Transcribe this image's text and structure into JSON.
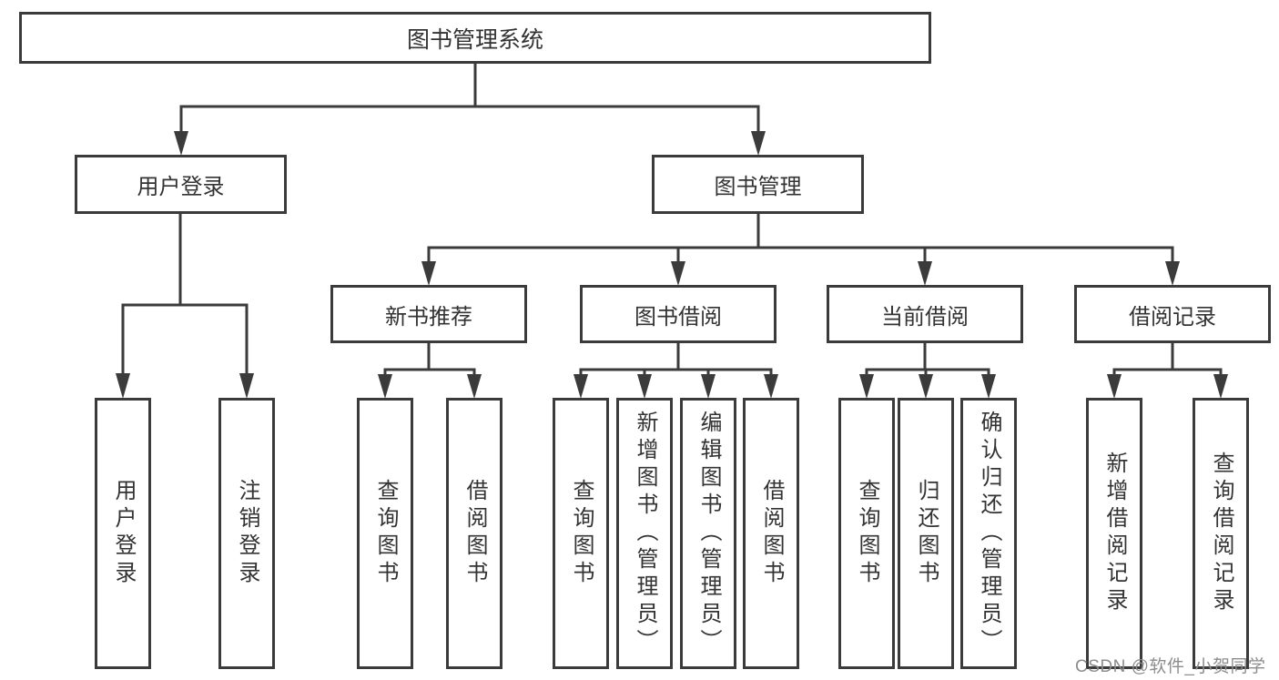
{
  "diagram": {
    "root": {
      "label": "图书管理系统"
    },
    "level2": [
      {
        "id": "user-login",
        "label": "用户登录"
      },
      {
        "id": "book-management",
        "label": "图书管理"
      }
    ],
    "level3": [
      {
        "id": "new-book-recommend",
        "label": "新书推荐"
      },
      {
        "id": "book-borrowing",
        "label": "图书借阅"
      },
      {
        "id": "current-borrowing",
        "label": "当前借阅"
      },
      {
        "id": "borrowing-records",
        "label": "借阅记录"
      }
    ],
    "leaves": [
      {
        "id": "user-login-leaf",
        "label": "用户登录"
      },
      {
        "id": "logout",
        "label": "注销登录"
      },
      {
        "id": "query-books-1",
        "label": "查询图书"
      },
      {
        "id": "borrow-books-1",
        "label": "借阅图书"
      },
      {
        "id": "query-books-2",
        "label": "查询图书"
      },
      {
        "id": "add-books-admin",
        "label": "新增图书（管理员）"
      },
      {
        "id": "edit-books-admin",
        "label": "编辑图书（管理员）"
      },
      {
        "id": "borrow-books-2",
        "label": "借阅图书"
      },
      {
        "id": "query-books-3",
        "label": "查询图书"
      },
      {
        "id": "return-books",
        "label": "归还图书"
      },
      {
        "id": "confirm-return-admin",
        "label": "确认归还（管理员）"
      },
      {
        "id": "add-borrow-record",
        "label": "新增借阅记录"
      },
      {
        "id": "query-borrow-record",
        "label": "查询借阅记录"
      }
    ]
  },
  "watermark": {
    "text": "CSDN @软件_小贺同学"
  },
  "colors": {
    "line": "#3b3b3b",
    "text": "#333333",
    "background": "#ffffff",
    "watermark": "#8d8d8d"
  }
}
